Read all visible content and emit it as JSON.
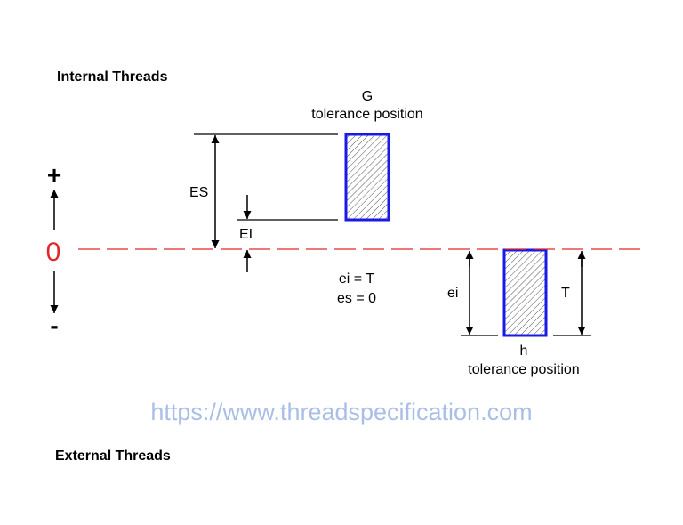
{
  "labels": {
    "internal": "Internal Threads",
    "external": "External Threads",
    "G_letter": "G",
    "G_caption": "tolerance position",
    "h_letter": "h",
    "h_caption": "tolerance position",
    "ES": "ES",
    "EI": "EI",
    "ei": "ei",
    "T": "T",
    "eq1": "ei = T",
    "eq2": "es = 0",
    "plus": "+",
    "zero": "0",
    "minus": "-"
  },
  "watermark": "https://www.threadspecification.com",
  "colors": {
    "zero_line": "#e0282a",
    "box_border": "#1a1ae6",
    "watermark": "#a9bfe8"
  }
}
